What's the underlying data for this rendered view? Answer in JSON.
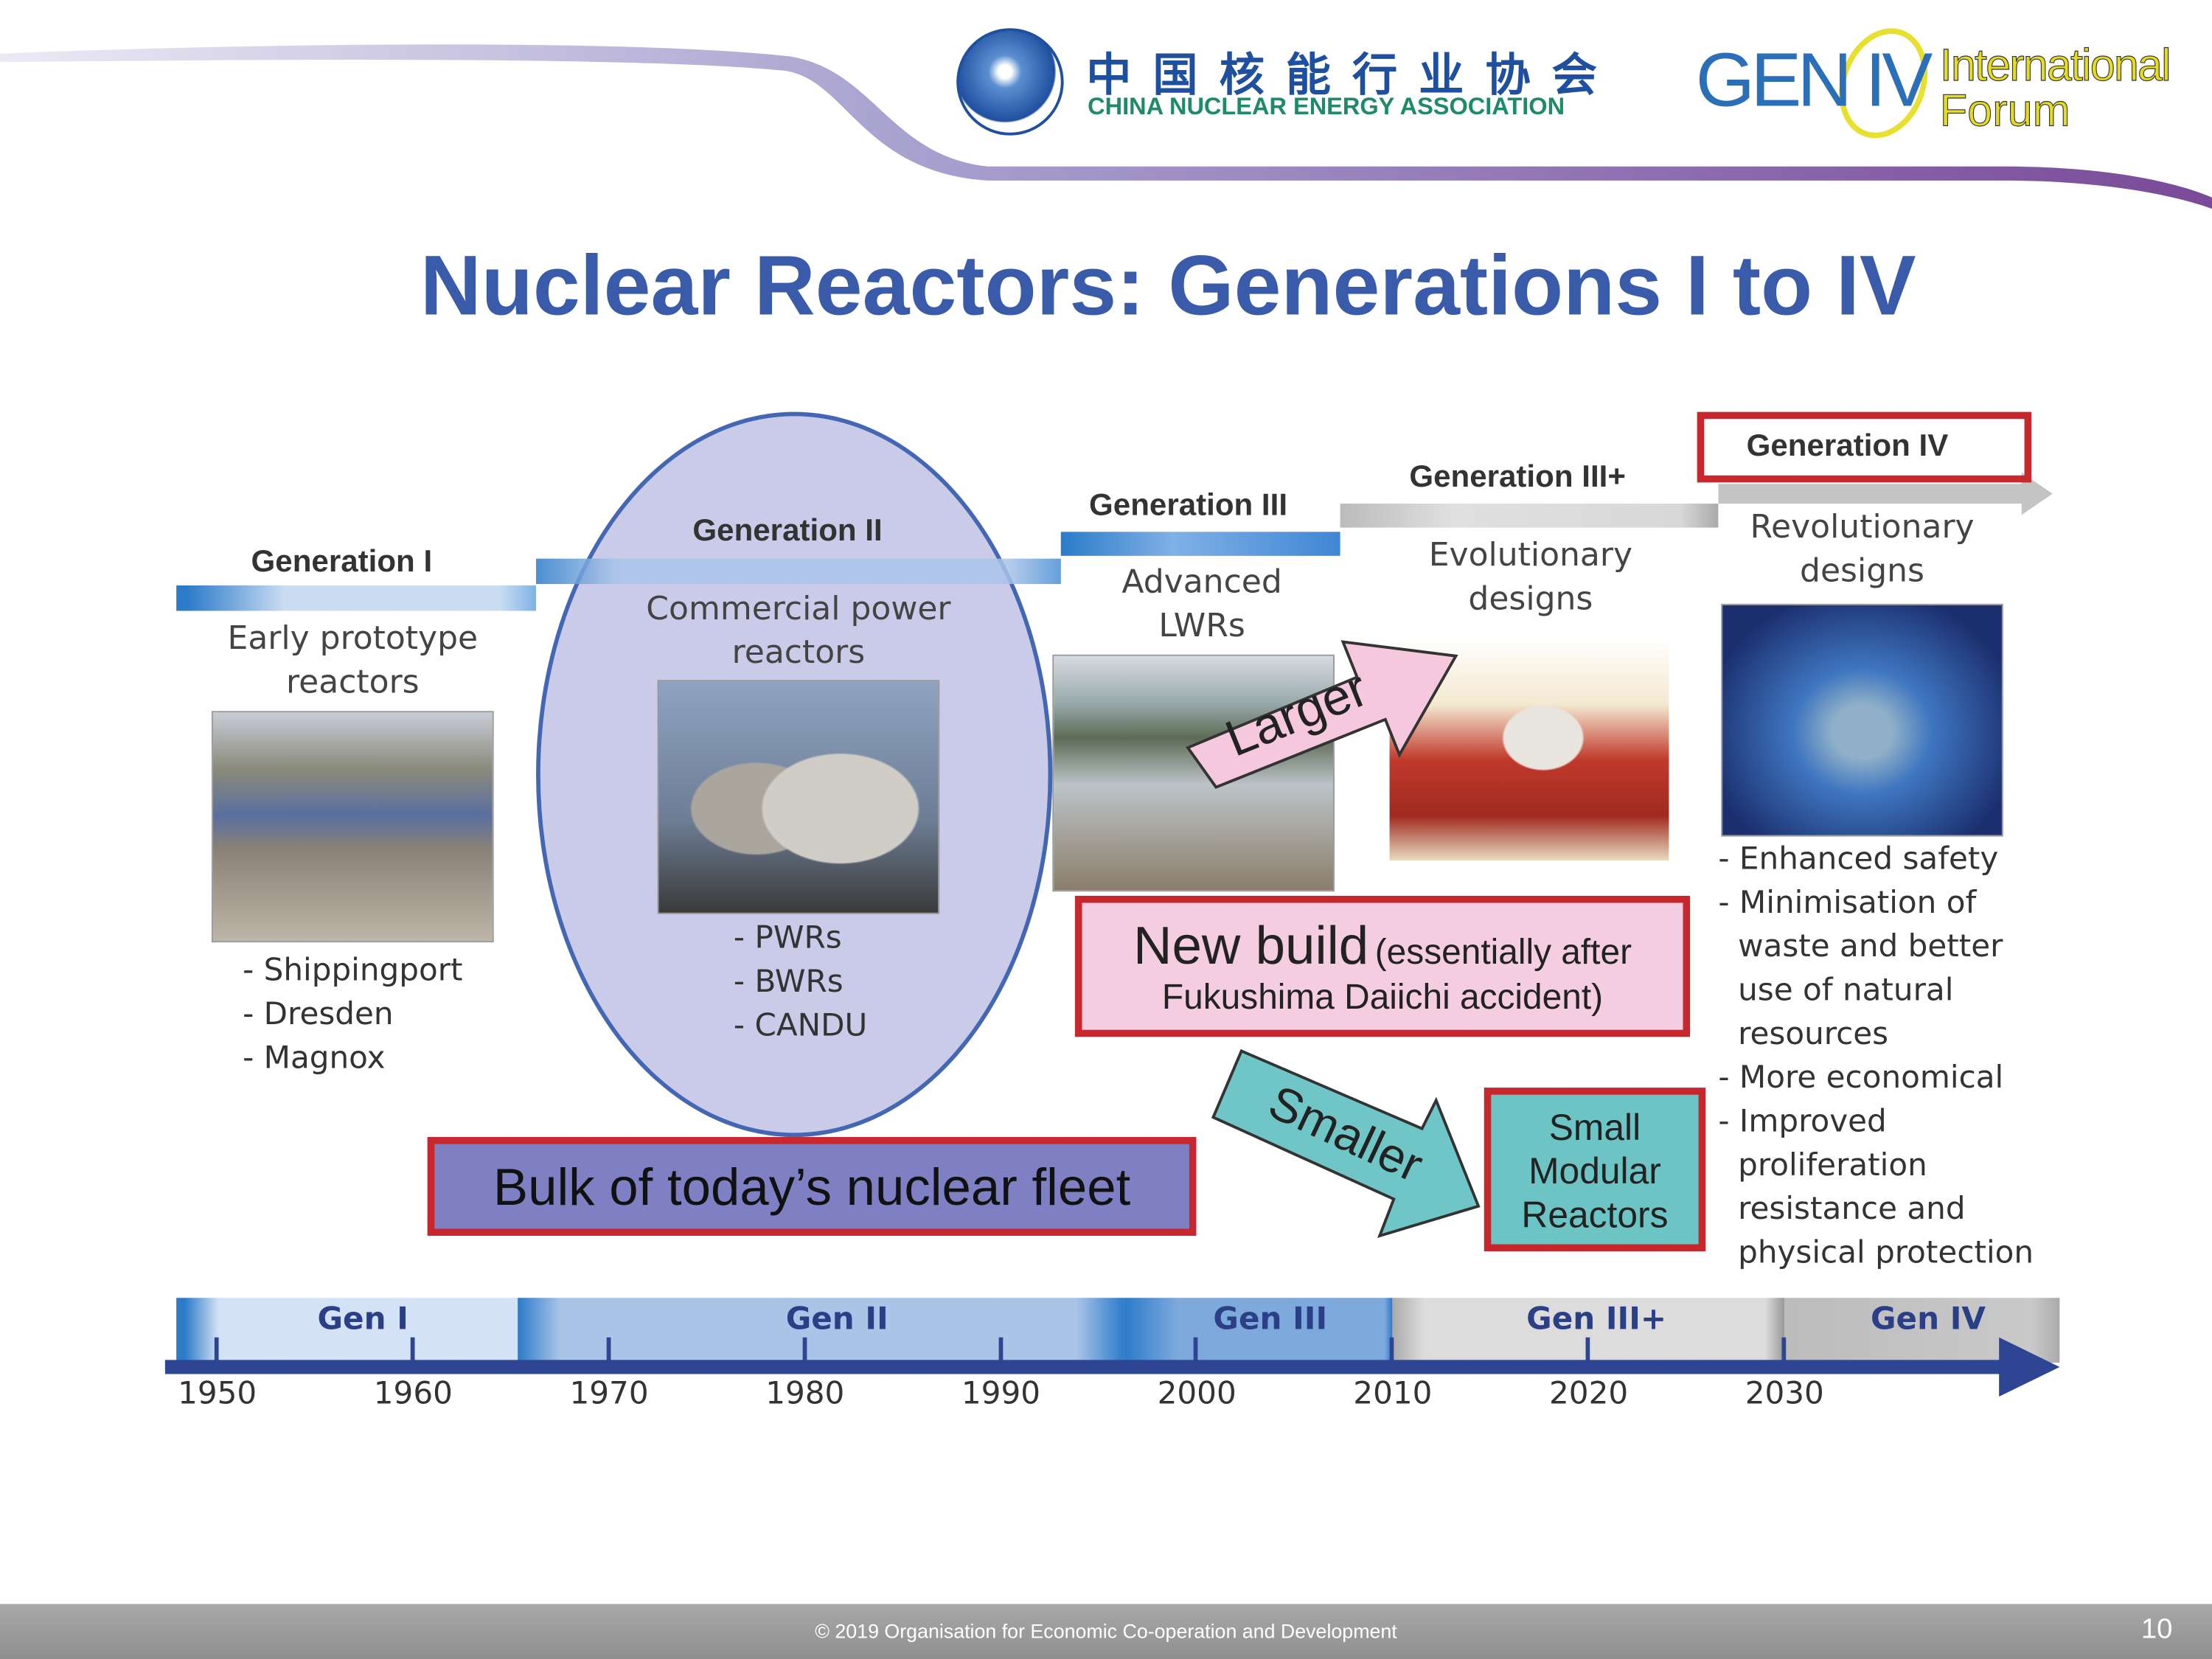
{
  "header": {
    "cnea_chinese": "中 国 核 能 行 业 协 会",
    "cnea_english": "CHINA NUCLEAR ENERGY ASSOCIATION",
    "geniv_logo": "GEN IV",
    "geniv_line1": "International",
    "geniv_line2": "Forum"
  },
  "title": "Nuclear Reactors: Generations I to IV",
  "generations": [
    {
      "label": "Generation I",
      "desc1": "Early prototype",
      "desc2": "reactors",
      "items": [
        "- Shippingport",
        "- Dresden",
        "- Magnox"
      ]
    },
    {
      "label": "Generation II",
      "desc1": "Commercial power",
      "desc2": "reactors",
      "items": [
        "- PWRs",
        "- BWRs",
        "- CANDU"
      ]
    },
    {
      "label": "Generation III",
      "desc1": "Advanced",
      "desc2": "LWRs"
    },
    {
      "label": "Generation III+",
      "desc1": "Evolutionary",
      "desc2": "designs"
    },
    {
      "label": "Generation IV",
      "desc1": "Revolutionary",
      "desc2": "designs",
      "items": [
        "- Enhanced safety",
        "- Minimisation of",
        "  waste and better",
        "  use of natural",
        "  resources",
        "- More economical",
        "- Improved",
        "  proliferation",
        "  resistance and",
        "  physical protection"
      ]
    }
  ],
  "callouts": {
    "larger": "Larger",
    "smaller": "Smaller",
    "new_build_big": "New build",
    "new_build_paren": "(essentially after",
    "new_build_line2": "Fukushima Daiichi accident)",
    "smr1": "Small",
    "smr2": "Modular",
    "smr3": "Reactors",
    "bulk": "Bulk of today’s nuclear fleet"
  },
  "timeline": {
    "bands": [
      "Gen I",
      "Gen II",
      "Gen III",
      "Gen III+",
      "Gen IV"
    ],
    "years": [
      "1950",
      "1960",
      "1970",
      "1980",
      "1990",
      "2000",
      "2010",
      "2020",
      "2030"
    ]
  },
  "footer": {
    "copyright": "© 2019 Organisation for Economic Co-operation and Development",
    "page": "10"
  },
  "colors": {
    "title": "#3a5ba9",
    "red_border": "#c8272e",
    "teal": "#6cc4c4",
    "pink": "#f4cde0",
    "bulk": "#7e80c3"
  }
}
